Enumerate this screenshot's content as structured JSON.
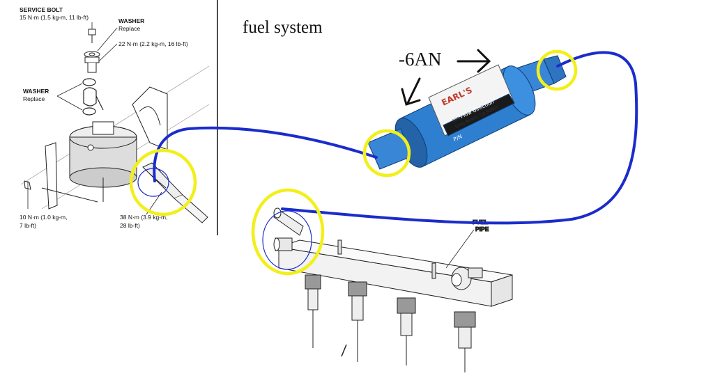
{
  "title": "fuel system",
  "filter_label": "-6AN",
  "manual_labels": {
    "service_bolt": "SERVICE BOLT",
    "service_bolt_torque": "15 N·m (1.5 kg-m, 11 lb-ft)",
    "washer_top": "WASHER",
    "washer_top_note": "Replace",
    "torque_22": "22 N·m (2.2 kg-m, 16 lb-ft)",
    "washer_mid": "WASHER",
    "washer_mid_note": "Replace",
    "torque_10_a": "10 N·m (1.0 kg-m,",
    "torque_10_b": "7 lb-ft)",
    "torque_38_a": "38 N·m (3.9 kg-m,",
    "torque_38_b": "28 lb-ft)"
  },
  "rail_labels": {
    "fuel": "FUEL",
    "pipe": "PIPE"
  },
  "filter_graphic": {
    "brand": "EARL'S",
    "address_1": "189 W Victoria St",
    "address_2": "Long Beach, CA 90805",
    "flow": "Flow direction",
    "pn": "P/N"
  },
  "colors": {
    "fuel_line": "#1b2ccc",
    "highlight": "#f2ef1a",
    "filter_body": "#2f7fd0"
  }
}
